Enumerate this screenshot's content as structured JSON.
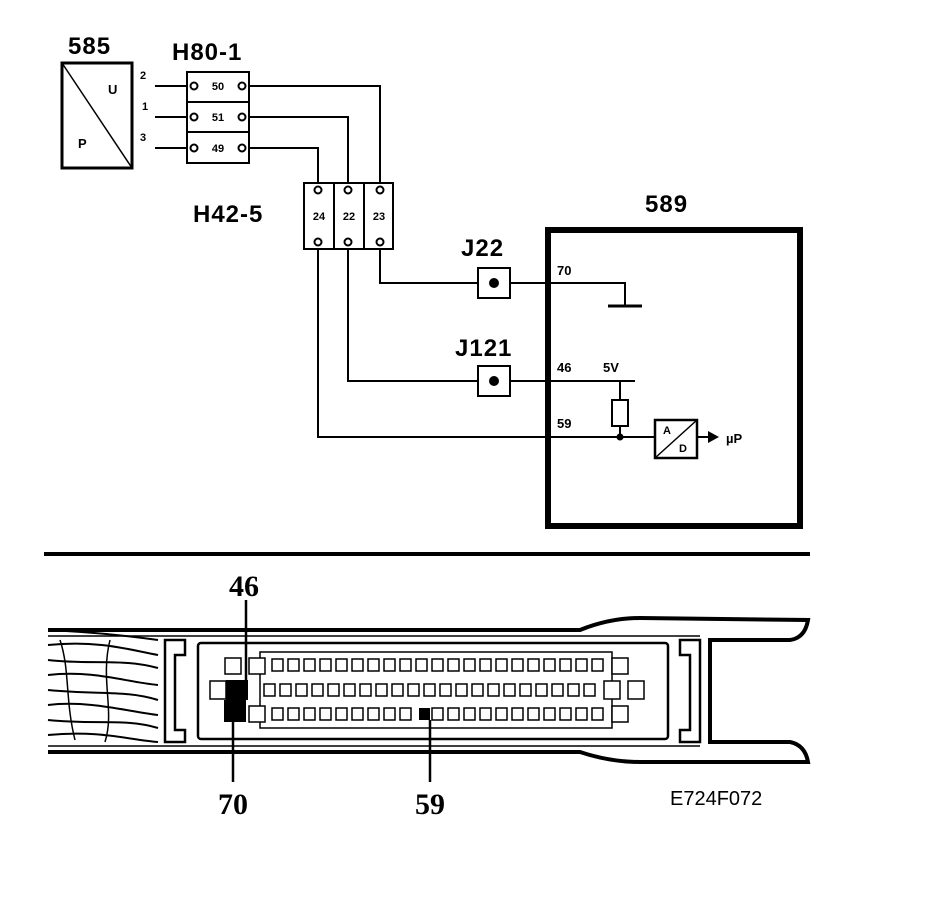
{
  "components": {
    "sensor": {
      "id": "585",
      "letter_u": "U",
      "letter_p": "P",
      "pins": [
        "2",
        "1",
        "3"
      ]
    },
    "connector_h80": {
      "id": "H80-1",
      "pins": [
        "50",
        "51",
        "49"
      ]
    },
    "connector_h42": {
      "id": "H42-5",
      "pins": [
        "24",
        "22",
        "23"
      ]
    },
    "ecu": {
      "id": "589",
      "pins": [
        "70",
        "46",
        "59"
      ],
      "voltage": "5V",
      "converter_a": "A",
      "converter_d": "D",
      "output": "µP"
    },
    "junction_j22": {
      "id": "J22"
    },
    "junction_j121": {
      "id": "J121"
    }
  },
  "connector_view": {
    "callout_top": "46",
    "callout_bottom_left": "70",
    "callout_bottom_mid": "59"
  },
  "figure_ref": "E724F072"
}
